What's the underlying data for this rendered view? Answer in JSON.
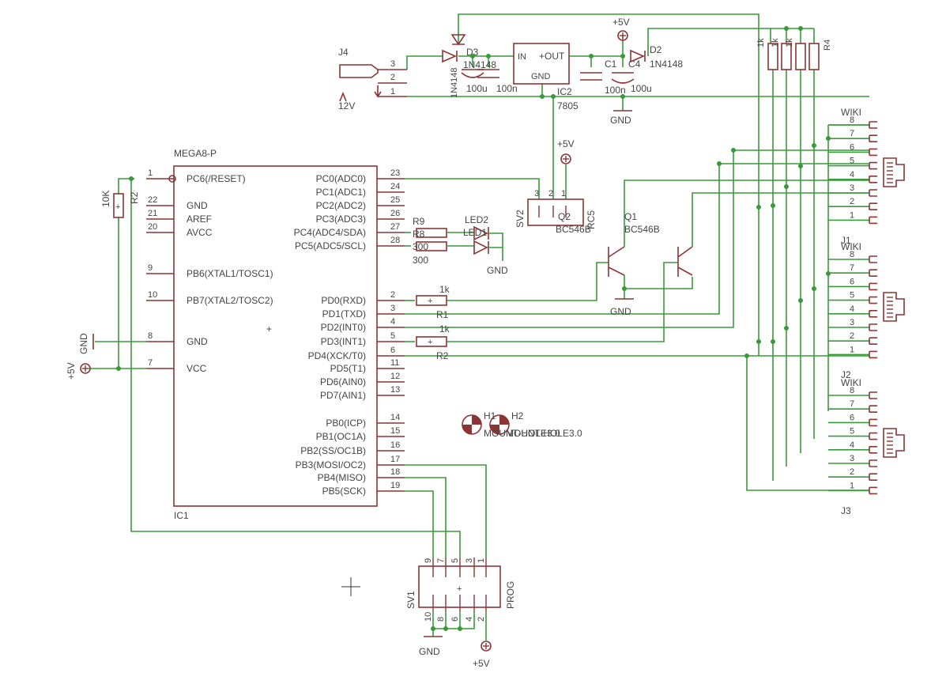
{
  "ic1": {
    "value": "MEGA8-P",
    "name": "IC1",
    "pins_left": [
      {
        "num": "1",
        "label": "PC6(/RESET)"
      },
      {
        "num": "22",
        "label": "GND"
      },
      {
        "num": "21",
        "label": "AREF"
      },
      {
        "num": "20",
        "label": "AVCC"
      },
      {
        "num": "9",
        "label": "PB6(XTAL1/TOSC1)"
      },
      {
        "num": "10",
        "label": "PB7(XTAL2/TOSC2)"
      },
      {
        "num": "8",
        "label": "GND"
      },
      {
        "num": "7",
        "label": "VCC"
      }
    ],
    "pins_right": [
      {
        "num": "23",
        "label": "PC0(ADC0)"
      },
      {
        "num": "24",
        "label": "PC1(ADC1)"
      },
      {
        "num": "25",
        "label": "PC2(ADC2)"
      },
      {
        "num": "26",
        "label": "PC3(ADC3)"
      },
      {
        "num": "27",
        "label": "PC4(ADC4/SDA)"
      },
      {
        "num": "28",
        "label": "PC5(ADC5/SCL)"
      },
      {
        "num": "2",
        "label": "PD0(RXD)"
      },
      {
        "num": "3",
        "label": "PD1(TXD)"
      },
      {
        "num": "4",
        "label": "PD2(INT0)"
      },
      {
        "num": "5",
        "label": "PD3(INT1)"
      },
      {
        "num": "6",
        "label": "PD4(XCK/T0)"
      },
      {
        "num": "11",
        "label": "PD5(T1)"
      },
      {
        "num": "12",
        "label": "PD6(AIN0)"
      },
      {
        "num": "13",
        "label": "PD7(AIN1)"
      },
      {
        "num": "14",
        "label": "PB0(ICP)"
      },
      {
        "num": "15",
        "label": "PB1(OC1A)"
      },
      {
        "num": "16",
        "label": "PB2(SS/OC1B)"
      },
      {
        "num": "17",
        "label": "PB3(MOSI/OC2)"
      },
      {
        "num": "18",
        "label": "PB4(MISO)"
      },
      {
        "num": "19",
        "label": "PB5(SCK)"
      }
    ]
  },
  "power": {
    "j4_name": "J4",
    "j4_voltage": "12V",
    "j4_pins": [
      "3",
      "2",
      "1"
    ],
    "d3_name": "D3",
    "d3_value": "1N4148",
    "ic2_name": "IC2",
    "ic2_value": "7805",
    "ic2_in": "IN",
    "ic2_out": "+OUT",
    "ic2_gnd": "GND",
    "d2_name": "D2",
    "d2_value": "1N4148",
    "c_labels": [
      "100u",
      "100n",
      "100n",
      "100u"
    ],
    "c4_name": "C4",
    "c1_name": "C1",
    "vcc_label": "+5V",
    "gnd_label": "GND"
  },
  "resistors_top": [
    "1k",
    "1k",
    "1k",
    "R4"
  ],
  "r2_value": "10K",
  "r2_name": "R2",
  "r1_value": "1k",
  "r1_name": "R1",
  "r_pd3_value": "1k",
  "r_pd3_name": "R2",
  "r9_name": "R9",
  "r8_name": "R8",
  "r_led_values": [
    "300",
    "300"
  ],
  "led2_name": "LED2",
  "led1_name": "LED1",
  "sv2": {
    "name": "SV2",
    "alt": "RC5",
    "pins": [
      "3",
      "2",
      "1"
    ],
    "vcc": "+5V"
  },
  "q2": {
    "name": "Q2",
    "value": "BC546B"
  },
  "q1": {
    "name": "Q1",
    "value": "BC546B"
  },
  "gnd_transistors": "GND",
  "gnd_left": "GND",
  "vcc_left": "+5V",
  "holes": {
    "h1": "H1",
    "h2": "H2",
    "value": "MOUNT-HOLE3.0"
  },
  "sv1": {
    "name": "SV1",
    "value": "PROG",
    "top_pins": [
      "9",
      "7",
      "5",
      "3",
      "1"
    ],
    "bottom_pins": [
      "10",
      "8",
      "6",
      "4",
      "2"
    ],
    "gnd": "GND",
    "vcc": "+5V"
  },
  "jacks": [
    {
      "title": "WIKI",
      "name": "J1",
      "pins": [
        "8",
        "7",
        "6",
        "5",
        "4",
        "3",
        "2",
        "1"
      ]
    },
    {
      "title": "WIKI",
      "name": "J2",
      "pins": [
        "8",
        "7",
        "6",
        "5",
        "4",
        "3",
        "2",
        "1"
      ]
    },
    {
      "title": "WIKI",
      "name": "J3",
      "pins": [
        "8",
        "7",
        "6",
        "5",
        "4",
        "3",
        "2",
        "1"
      ]
    }
  ]
}
